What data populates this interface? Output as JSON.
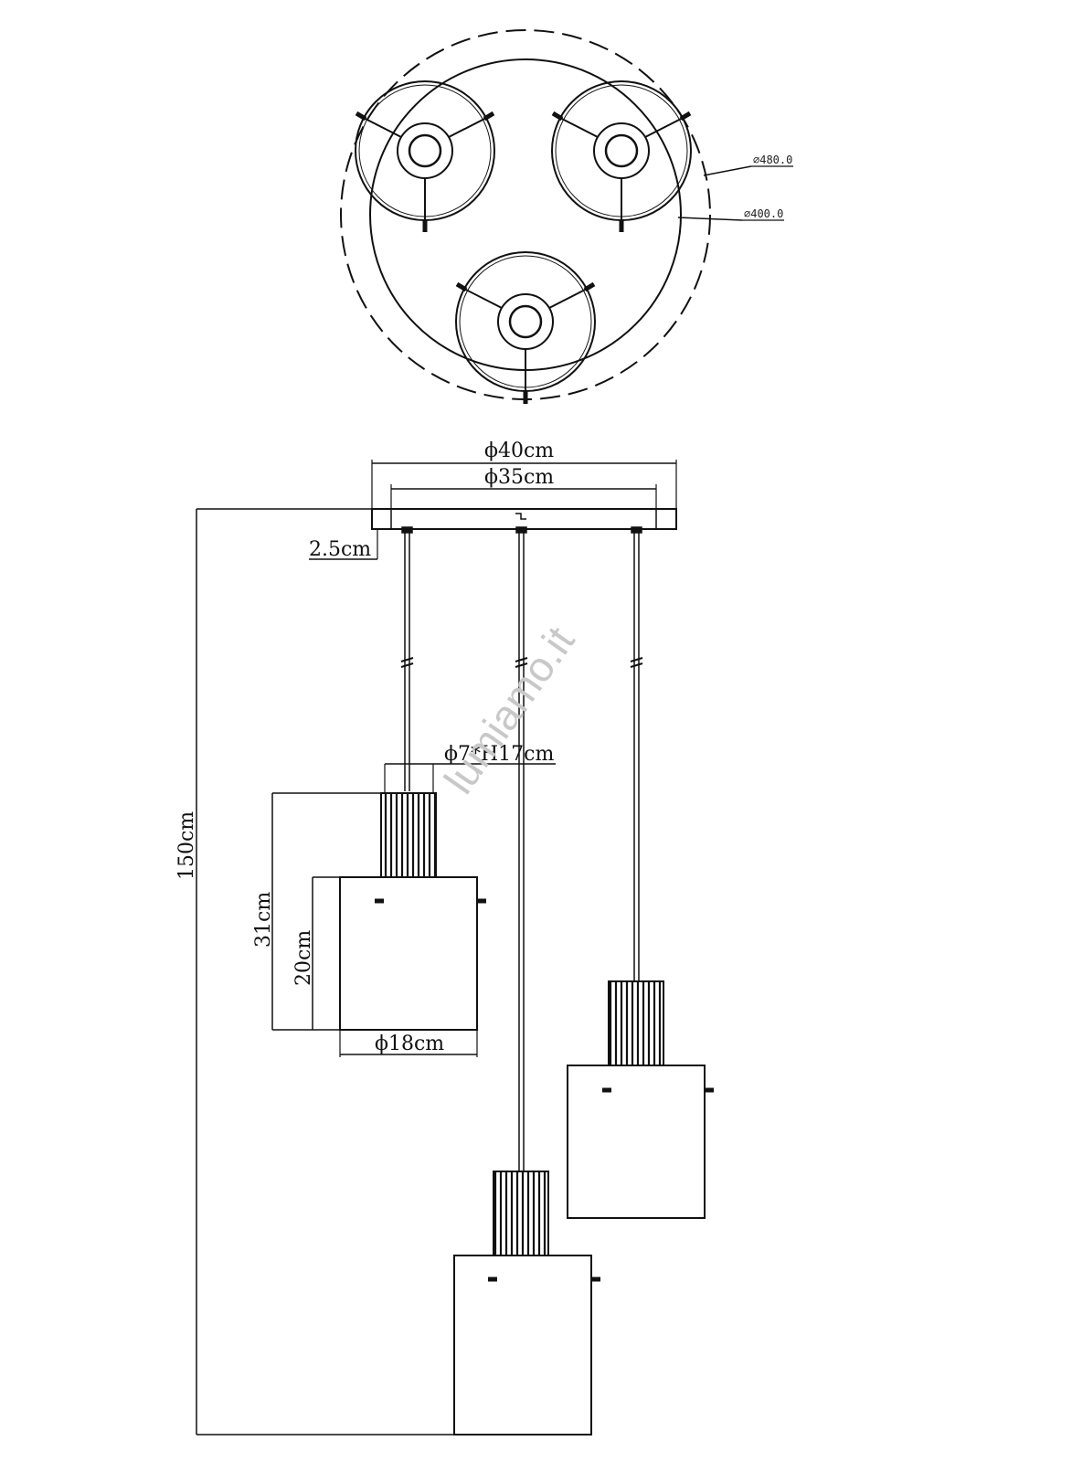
{
  "top_view": {
    "outer_diameter_label": "⌀480.0",
    "inner_diameter_label": "⌀400.0"
  },
  "side_view": {
    "canopy_diameter_label": "ϕ40cm",
    "canopy_inner_label": "ϕ35cm",
    "canopy_height_label": "2.5cm",
    "total_height_label": "150cm",
    "socket_label": "ϕ7*H17cm",
    "lamp_height_label": "31cm",
    "shade_height_label": "20cm",
    "shade_diameter_label": "ϕ18cm"
  },
  "watermark": "lumiamo.it",
  "colors": {
    "line": "#111111",
    "watermark": "#c8c8c8"
  }
}
